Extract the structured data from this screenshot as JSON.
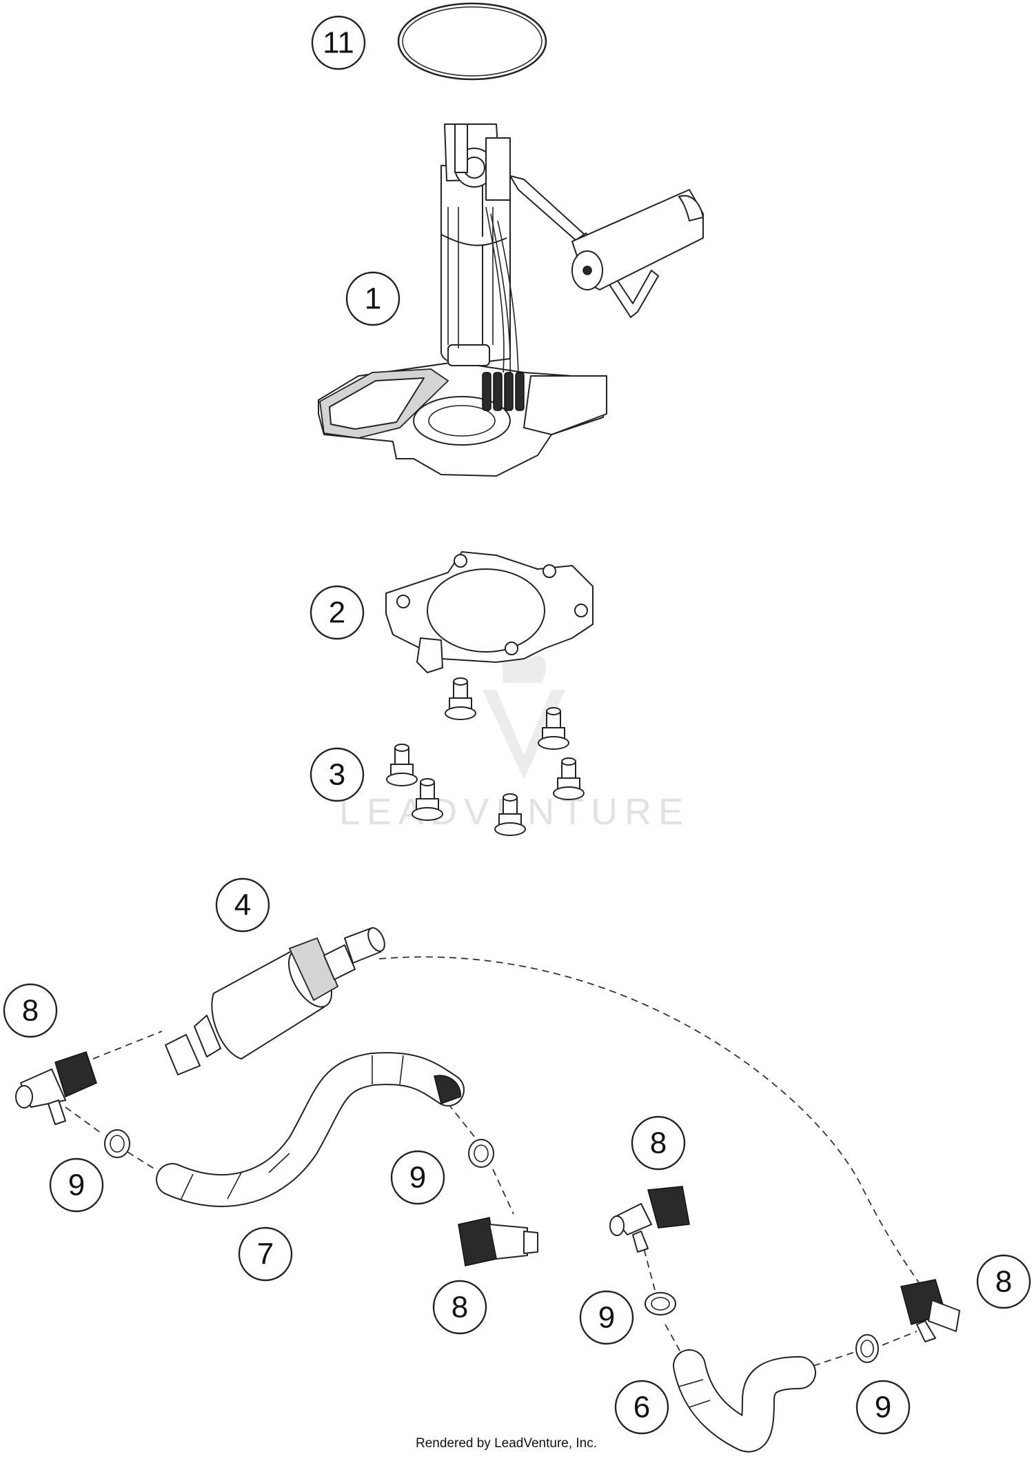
{
  "callouts": [
    {
      "id": "c-11",
      "label": "11"
    },
    {
      "id": "c-1",
      "label": "1"
    },
    {
      "id": "c-2",
      "label": "2"
    },
    {
      "id": "c-3",
      "label": "3"
    },
    {
      "id": "c-4",
      "label": "4"
    },
    {
      "id": "c-8a",
      "label": "8"
    },
    {
      "id": "c-9a",
      "label": "9"
    },
    {
      "id": "c-7",
      "label": "7"
    },
    {
      "id": "c-9b",
      "label": "9"
    },
    {
      "id": "c-8b",
      "label": "8"
    },
    {
      "id": "c-8c",
      "label": "8"
    },
    {
      "id": "c-9c",
      "label": "9"
    },
    {
      "id": "c-6",
      "label": "6"
    },
    {
      "id": "c-9d",
      "label": "9"
    },
    {
      "id": "c-8d",
      "label": "8"
    }
  ],
  "watermark": {
    "text": "LEADVENTURE"
  },
  "footer": {
    "credit": "Rendered by LeadVenture, Inc."
  }
}
